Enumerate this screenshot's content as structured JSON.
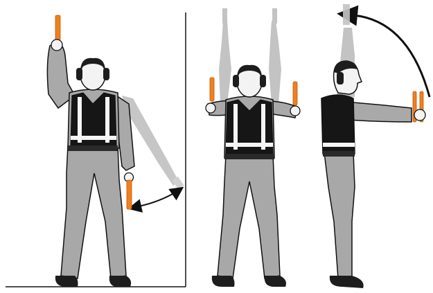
{
  "figure": {
    "panels": [
      {
        "id": "panel-left",
        "signal_pose": "right-arm-raised-left-arm-lowered-and-waved",
        "has_motion_arrow": true,
        "has_divider_line": true
      },
      {
        "id": "panel-middle",
        "signal_pose": "both-arms-extended-sideways-raising-overhead",
        "has_motion_arrow": false,
        "has_divider_line": false
      },
      {
        "id": "panel-right",
        "signal_pose": "side-view-arms-extended-forward-raising-overhead",
        "has_motion_arrow": true,
        "has_divider_line": false
      }
    ],
    "colors": {
      "wand": "#f07f1f",
      "wand_light": "#ffa45a",
      "trousers": "#a8a8a8",
      "shirt": "#a9a9a9",
      "vest": "#161616",
      "reflective_strip": "#f5f5f5",
      "skin": "#f3f3f3",
      "ghost_arm": "#bdbdbd",
      "outline": "#101010",
      "shoe": "#1d1d1d"
    }
  }
}
